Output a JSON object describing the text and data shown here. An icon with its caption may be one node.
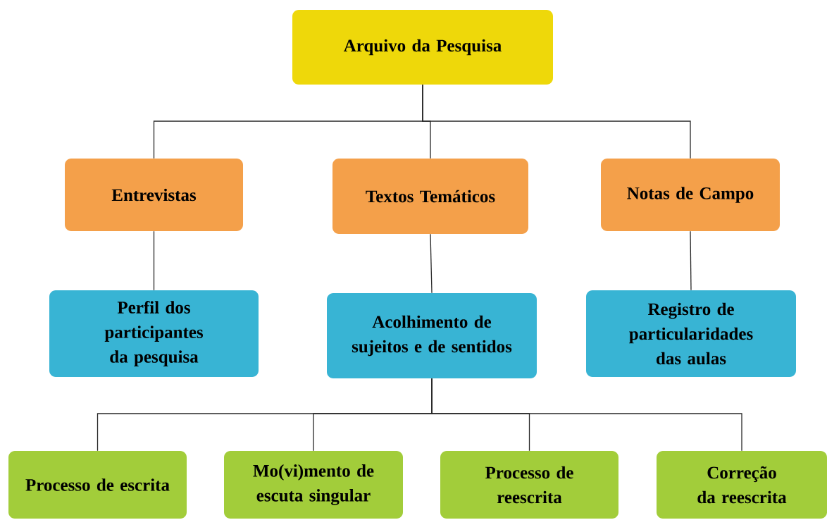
{
  "diagram": {
    "nodes": [
      {
        "text": [
          "Arquivo da Pesquisa"
        ]
      },
      {
        "text": [
          "Entrevistas"
        ]
      },
      {
        "text": [
          "Textos Temáticos"
        ]
      },
      {
        "text": [
          "Notas de Campo"
        ]
      },
      {
        "text": [
          "Perfil dos participantes da pesquisa"
        ]
      },
      {
        "text": [
          "Acolhimento de sujeitos e de sentidos"
        ]
      },
      {
        "text": [
          "Registro de particularidades das aulas"
        ]
      },
      {
        "text": [
          "Processo de escrita"
        ]
      },
      {
        "text": [
          "Mo(vi)mento de escuta singular"
        ]
      },
      {
        "text": [
          "Processo de reescrita"
        ]
      },
      {
        "text": [
          "Correção da reescrita"
        ]
      }
    ],
    "edges": [
      {
        "from": 0,
        "to": 1,
        "arrow": "none"
      },
      {
        "from": 0,
        "to": 2,
        "arrow": "none"
      },
      {
        "from": 0,
        "to": 3,
        "arrow": "none"
      },
      {
        "from": 1,
        "to": 4,
        "arrow": "none"
      },
      {
        "from": 2,
        "to": 5,
        "arrow": "none"
      },
      {
        "from": 3,
        "to": 6,
        "arrow": "none"
      },
      {
        "from": 5,
        "to": 7,
        "arrow": "none"
      },
      {
        "from": 5,
        "to": 8,
        "arrow": "none"
      },
      {
        "from": 5,
        "to": 9,
        "arrow": "none"
      },
      {
        "from": 5,
        "to": 10,
        "arrow": "none"
      }
    ]
  }
}
